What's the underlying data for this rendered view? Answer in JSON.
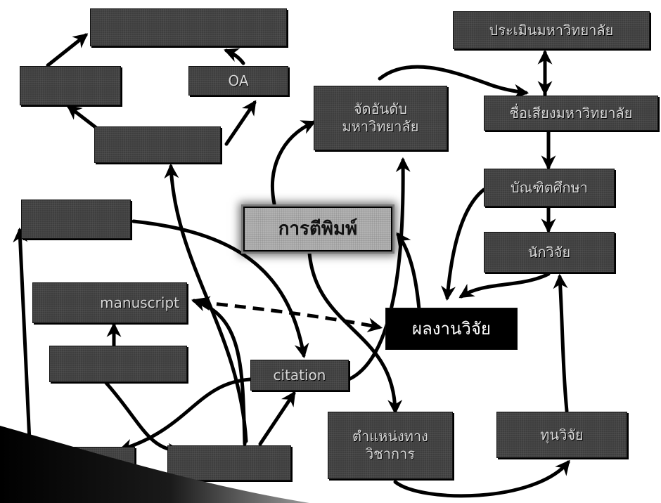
{
  "nodes": {
    "top_title": "",
    "top_left_small": "",
    "oa_box": "OA",
    "middle_left": "",
    "left_topic": "",
    "manuscript": "manuscript",
    "left_lower": "",
    "citation": "citation",
    "bottom_left_1": "",
    "bottom_left_2": "",
    "ranking_line1": "จัดอันดับ",
    "ranking_line2": "มหาวิทยาลัย",
    "publication": "การตีพิมพ์",
    "research_output": "ผลงานวิจัย",
    "academic_line1": "ตำแหน่งทาง",
    "academic_line2": "วิชาการ",
    "funding": "ทุนวิจัย",
    "uni_assessment": "ประเมินมหาวิทยาลัย",
    "uni_reputation": "ชื่อเสียงมหาวิทยาลัย",
    "graduate": "บัณฑิตศึกษา",
    "researcher": "นักวิจัย"
  },
  "colors": {
    "box_dark": "#3a3a3a",
    "box_light": "#b9b9b9",
    "box_black": "#000000",
    "arrow": "#000000"
  }
}
